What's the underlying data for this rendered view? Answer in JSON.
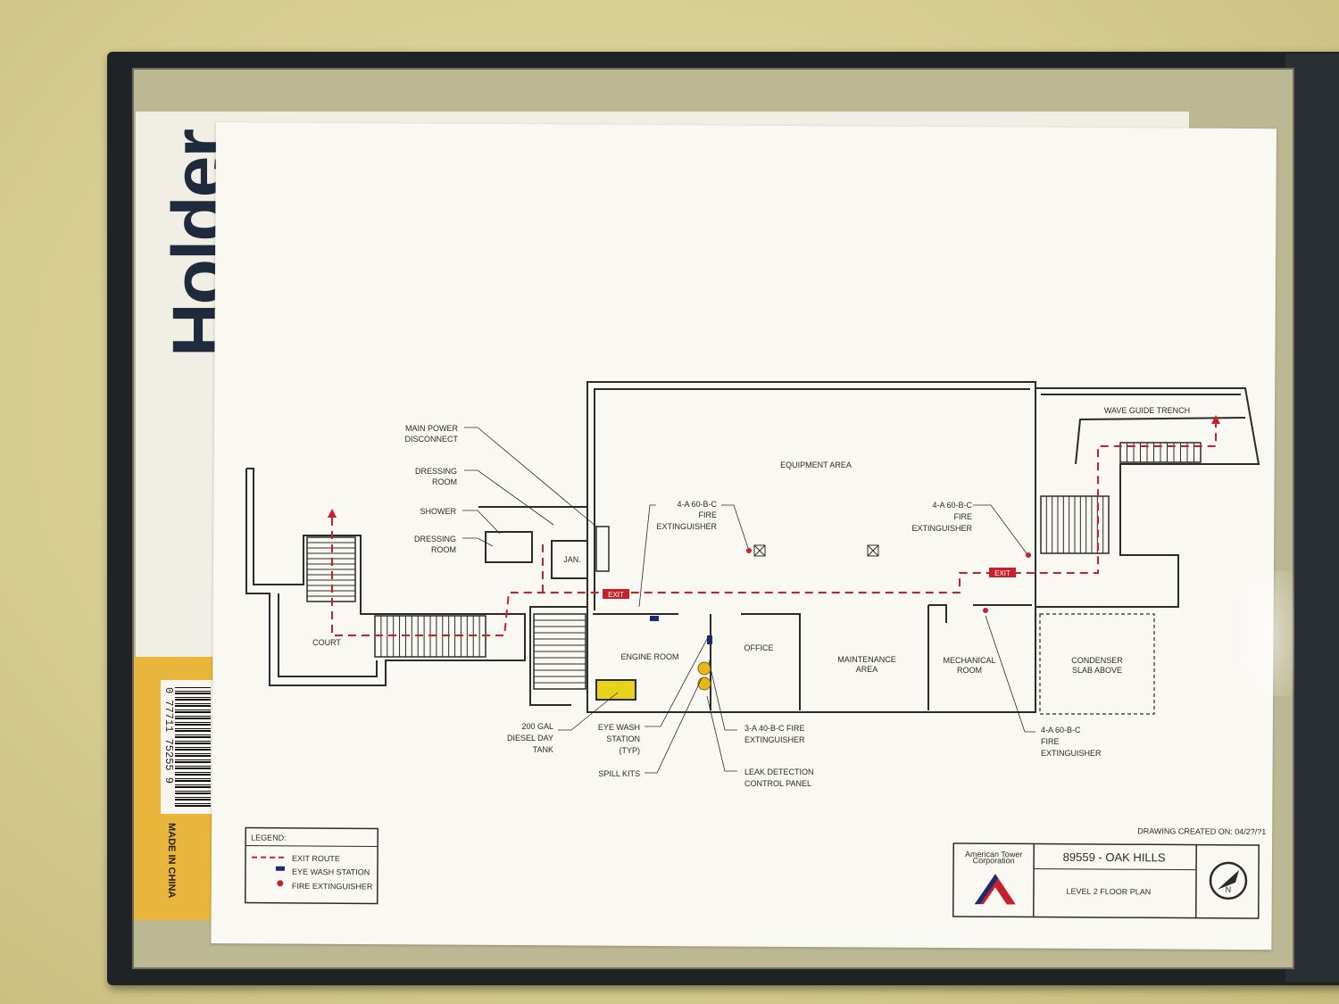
{
  "magazine": {
    "title": "Holder",
    "barcode_digits": "0 77711 75255 9",
    "made_in": "MADE IN CHINA"
  },
  "plan": {
    "rooms": {
      "equipment_area": "EQUIPMENT AREA",
      "court": "COURT",
      "jan": "JAN.",
      "engine_room": "ENGINE ROOM",
      "office": "OFFICE",
      "maintenance_area_1": "MAINTENANCE",
      "maintenance_area_2": "AREA",
      "mechanical_room_1": "MECHANICAL",
      "mechanical_room_2": "ROOM",
      "condenser_1": "CONDENSER",
      "condenser_2": "SLAB ABOVE",
      "wave_guide": "WAVE GUIDE TRENCH"
    },
    "callouts": {
      "main_power_1": "MAIN POWER",
      "main_power_2": "DISCONNECT",
      "dressing_a_1": "DRESSING",
      "dressing_a_2": "ROOM",
      "shower": "SHOWER",
      "dressing_b_1": "DRESSING",
      "dressing_b_2": "ROOM",
      "fe_left_1": "4-A 60-B-C",
      "fe_left_2": "FIRE",
      "fe_left_3": "EXTINGUISHER",
      "fe_right_1": "4-A 60-B-C",
      "fe_right_2": "FIRE",
      "fe_right_3": "EXTINGUISHER",
      "diesel_1": "200 GAL",
      "diesel_2": "DIESEL DAY",
      "diesel_3": "TANK",
      "eyewash_1": "EYE WASH",
      "eyewash_2": "STATION",
      "eyewash_3": "(TYP)",
      "spill": "SPILL KITS",
      "fe_office_1": "3-A 40-B-C FIRE",
      "fe_office_2": "EXTINGUISHER",
      "leak_1": "LEAK DETECTION",
      "leak_2": "CONTROL PANEL",
      "fe_bottom_1": "4-A 60-B-C",
      "fe_bottom_2": "FIRE",
      "fe_bottom_3": "EXTINGUISHER"
    },
    "exit_sign": "EXIT"
  },
  "legend": {
    "title": "LEGEND:",
    "items": [
      "EXIT ROUTE",
      "EYE WASH STATION",
      "FIRE EXTINGUISHER"
    ]
  },
  "title_block": {
    "company_1": "American Tower",
    "company_2": "Corporation",
    "site": "89559 - OAK HILLS",
    "drawing": "LEVEL 2 FLOOR PLAN",
    "created": "DRAWING CREATED ON: 04/2?/?1",
    "north": "N"
  },
  "colors": {
    "exit_route": "#c8202a",
    "walls": "#2b2b2b",
    "diesel_tank": "#e8d21a",
    "extinguisher": "#e8b81a"
  }
}
